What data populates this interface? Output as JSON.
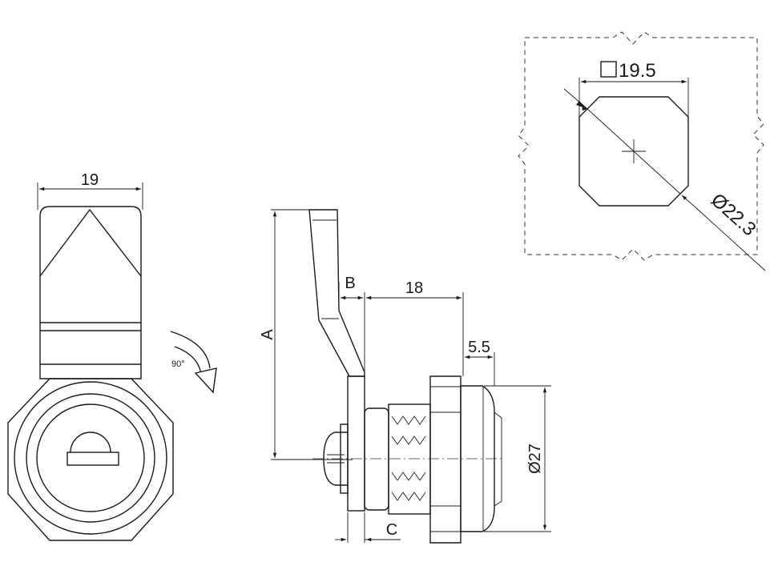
{
  "dimensions": {
    "width_front": "19",
    "rotation": "90°",
    "height_a": "A",
    "offset_b": "B",
    "body_length": "18",
    "flange": "5.5",
    "diameter": "Ø27",
    "panel_c": "C",
    "square": "19.5",
    "cut_diameter": "Ø22.3"
  }
}
